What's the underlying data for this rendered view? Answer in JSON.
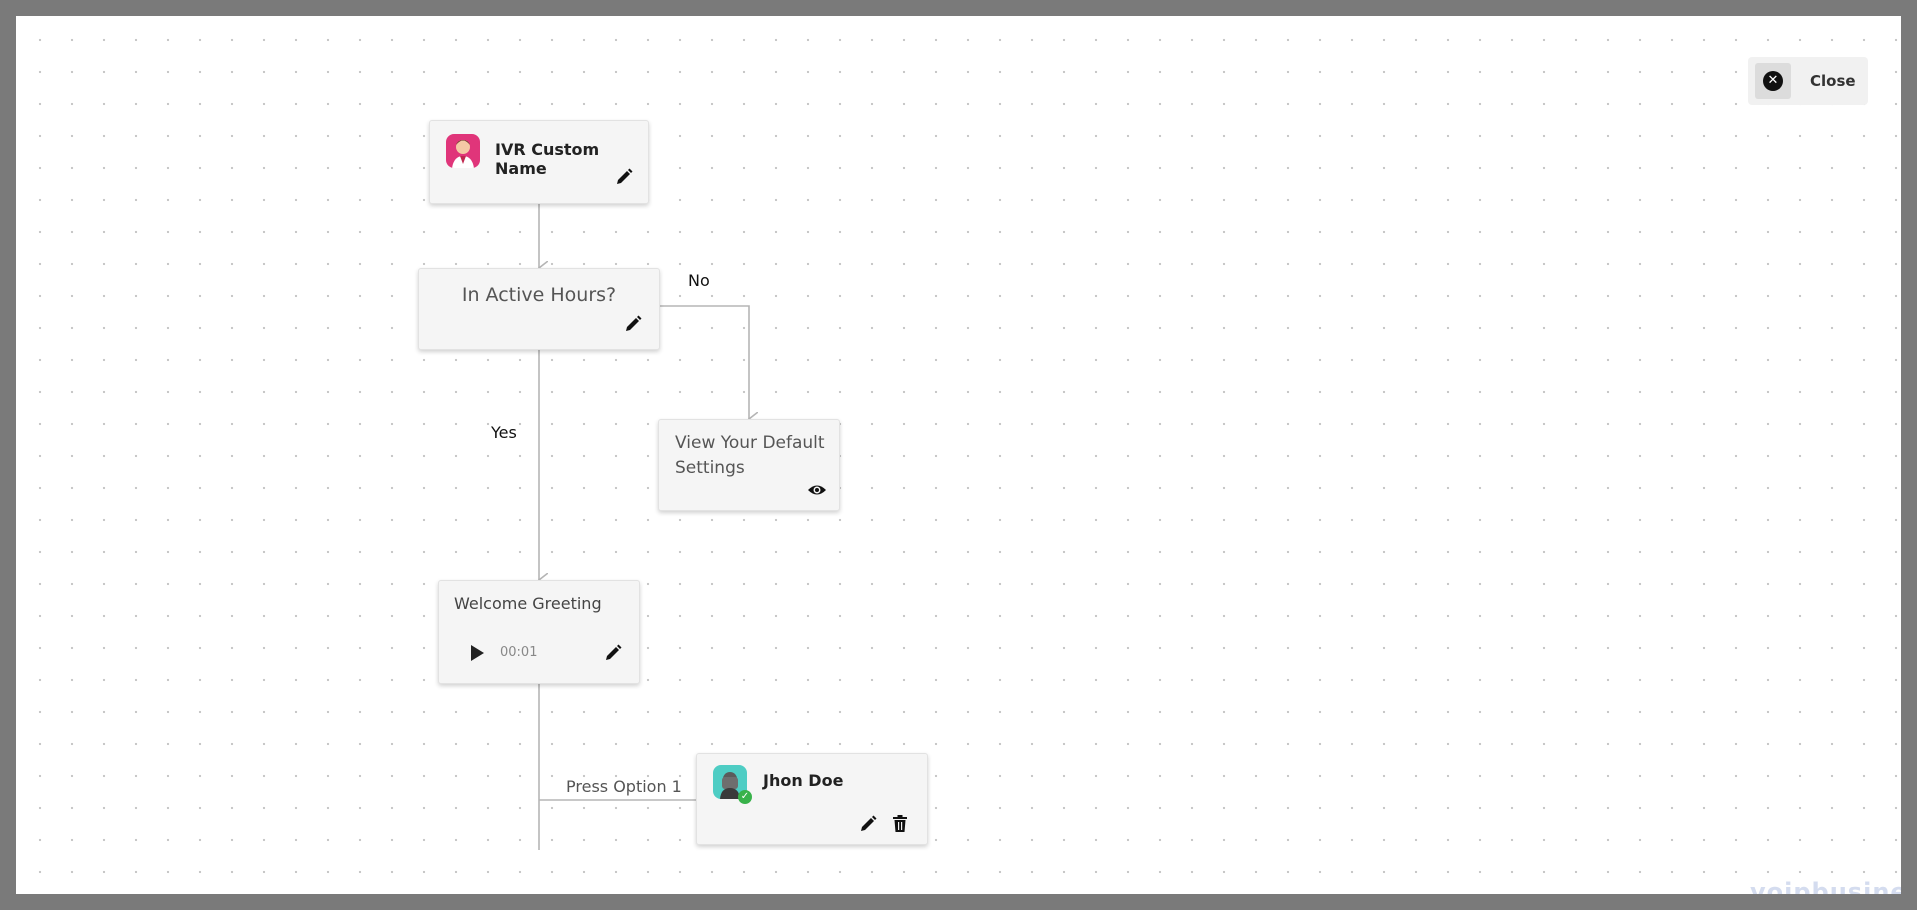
{
  "close_button": {
    "label": "Close",
    "icon": "close-icon"
  },
  "nodes": {
    "ivr": {
      "title": "IVR Custom Name",
      "avatar": "person-avatar",
      "action_icon": "pencil-icon"
    },
    "active_hours": {
      "title": "In Active Hours?",
      "action_icon": "pencil-icon"
    },
    "default_settings": {
      "title": "View Your Default Settings",
      "action_icon": "eye-icon"
    },
    "greeting": {
      "title": "Welcome Greeting",
      "time": "00:01",
      "play_icon": "play-icon",
      "action_icon": "pencil-icon"
    },
    "agent": {
      "name": "Jhon Doe",
      "avatar": "person-avatar",
      "status_icon": "check-icon",
      "actions": [
        "pencil-icon",
        "trash-icon"
      ]
    }
  },
  "edges": {
    "no_label": "No",
    "yes_label": "Yes",
    "option_label": "Press Option 1"
  },
  "watermark": "voipbusiness",
  "colors": {
    "edge": "#b5b5b5",
    "ivr_avatar": "#e0357a",
    "agent_avatar": "#4ecdc4",
    "status_ok": "#38b24a"
  }
}
